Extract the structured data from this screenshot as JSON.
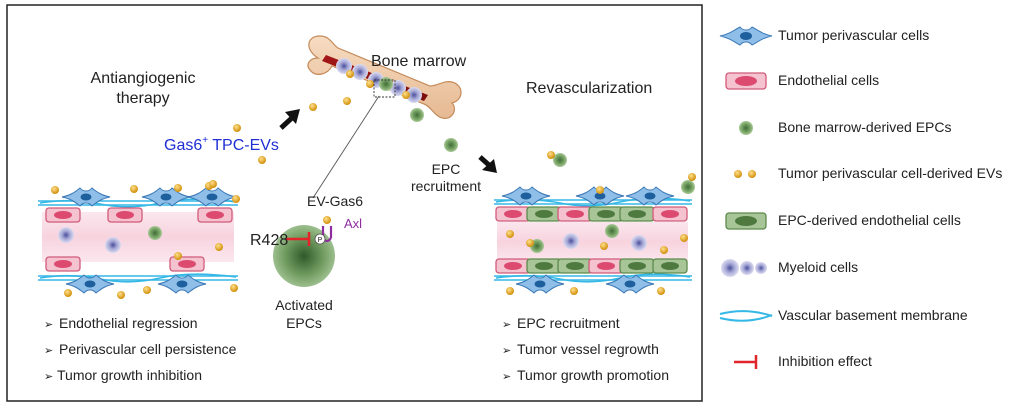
{
  "left_panel": {
    "title_line1": "Antiangiogenic",
    "title_line2": "therapy",
    "ev_label_main": "Gas6",
    "ev_label_sup": "+",
    "ev_label_rest": " TPC-EVs",
    "bullets": [
      "Endothelial regression",
      "Perivascular cell persistence",
      "Tumor growth inhibition"
    ]
  },
  "center_panel": {
    "bone_marrow_label": "Bone marrow",
    "ev_gas6_label": "EV-Gas6",
    "axl_label": "Axl",
    "phospho_label": "P",
    "inhibitor_label": "R428",
    "activated_line1": "Activated",
    "activated_line2": "EPCs",
    "recruit_line1": "EPC",
    "recruit_line2": "recruitment"
  },
  "right_panel": {
    "title": "Revascularization",
    "bullets": [
      "EPC recruitment",
      "Tumor vessel regrowth",
      "Tumor growth promotion"
    ]
  },
  "bullet_marker": "➢",
  "legend": [
    {
      "icon": "perivascular-cell-icon",
      "label": "Tumor perivascular cells"
    },
    {
      "icon": "endothelial-cell-icon",
      "label": "Endothelial cells"
    },
    {
      "icon": "epc-icon",
      "label": "Bone marrow-derived EPCs"
    },
    {
      "icon": "ev-icon",
      "label": "Tumor perivascular cell-derived EVs"
    },
    {
      "icon": "epc-endothelial-cell-icon",
      "label": "EPC-derived endothelial cells"
    },
    {
      "icon": "myeloid-cell-icon",
      "label": "Myeloid cells"
    },
    {
      "icon": "basement-membrane-icon",
      "label": "Vascular basement membrane"
    },
    {
      "icon": "inhibition-icon",
      "label": "Inhibition effect"
    }
  ],
  "colors": {
    "ev_text": "#1f2fd4",
    "axl": "#8e2ca0",
    "inhibition": "#e0262b",
    "endothelial_fill": "#f6b6c6",
    "endothelial_nucleus": "#d8436b",
    "epc_green": "#6e9a5c",
    "ev_gold": "#e3a418",
    "membrane_blue": "#35b8e6",
    "perivascular_blue": "#4a8fcf",
    "vessel_lumen": "#f7dbe3"
  }
}
